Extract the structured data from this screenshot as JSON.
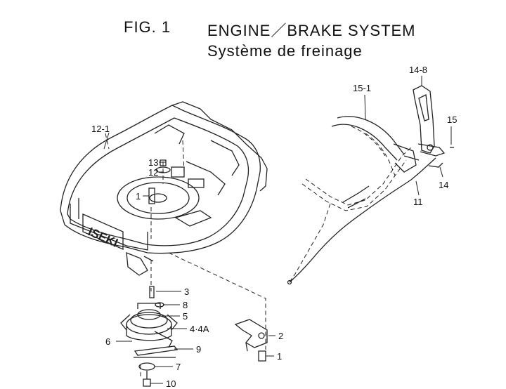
{
  "header": {
    "fig_label": "FIG.  1",
    "title": "ENGINE／BRAKE SYSTEM",
    "subtitle": "Système  de  freinage"
  },
  "callouts": {
    "c12_1": "12-1",
    "c13": "13",
    "c12": "12",
    "c1_top": "1",
    "c15_1": "15-1",
    "c14_8": "14-8",
    "c15": "15",
    "c14": "14",
    "c11": "11",
    "c3": "3",
    "c8": "8",
    "c5": "5",
    "c4_4a": "4·4A",
    "c6": "6",
    "c9": "9",
    "c7": "7",
    "c10": "10",
    "c2": "2",
    "c1_bottom": "1"
  },
  "deck_logo": "ISEKI"
}
